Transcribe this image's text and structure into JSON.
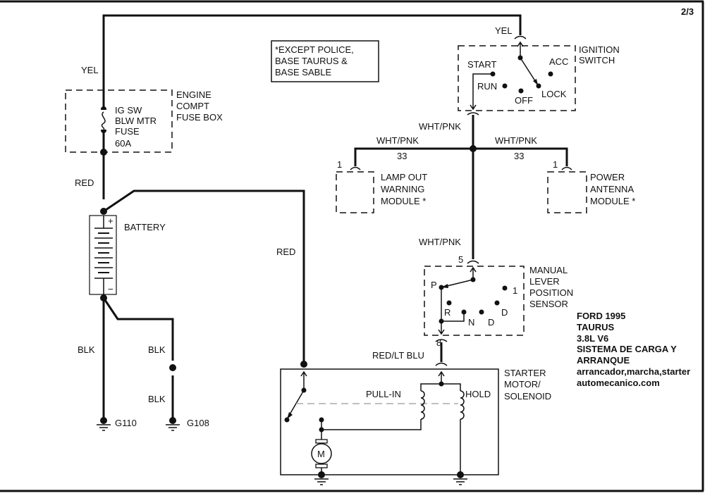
{
  "page": {
    "number": "2/3"
  },
  "note": {
    "lines": [
      "*EXCEPT POLICE,",
      "BASE TAURUS &",
      "BASE SABLE"
    ]
  },
  "wires": {
    "yel_left": "YEL",
    "yel_top": "YEL",
    "red_fuse": "RED",
    "red_starter": "RED",
    "blk_g110": "BLK",
    "blk_g108_upper": "BLK",
    "blk_g108_lower": "BLK",
    "wht_pnk_switch": "WHT/PNK",
    "wht_pnk_left": "WHT/PNK",
    "wht_pnk_right": "WHT/PNK",
    "wht_pnk_sensor": "WHT/PNK",
    "circuit_left": "33",
    "circuit_right": "33",
    "red_lt_blu": "RED/LT BLU"
  },
  "fuse_box": {
    "title": [
      "ENGINE",
      "COMPT",
      "FUSE BOX"
    ],
    "fuse_label": [
      "IG SW",
      "BLW MTR",
      "FUSE",
      "60A"
    ]
  },
  "battery": {
    "label": "BATTERY",
    "pos": "+",
    "neg": "−"
  },
  "grounds": {
    "g110": "G110",
    "g108": "G108"
  },
  "ignition_switch": {
    "title": [
      "IGNITION",
      "SWITCH"
    ],
    "positions": {
      "start": "START",
      "run": "RUN",
      "off": "OFF",
      "acc": "ACC",
      "lock": "LOCK"
    }
  },
  "lamp_out_module": {
    "pin": "1",
    "title": [
      "LAMP OUT",
      "WARNING",
      "MODULE *"
    ]
  },
  "power_antenna_module": {
    "pin": "1",
    "title": [
      "POWER",
      "ANTENNA",
      "MODULE *"
    ]
  },
  "mlps": {
    "pin_in": "5",
    "pin_out": "8",
    "title": [
      "MANUAL",
      "LEVER",
      "POSITION",
      "SENSOR"
    ],
    "positions": {
      "p": "P",
      "r": "R",
      "n": "N",
      "d": "D",
      "d2": "D",
      "one": "1"
    }
  },
  "starter": {
    "title": [
      "STARTER",
      "MOTOR/",
      "SOLENOID"
    ],
    "pull_in": "PULL-IN",
    "hold": "HOLD",
    "motor": "M"
  },
  "vehicle_info": {
    "lines": [
      "FORD 1995",
      "TAURUS",
      "3.8L V6",
      "SISTEMA DE CARGA Y",
      "ARRANQUE",
      "arrancador,marcha,starter",
      "automecanico.com"
    ]
  }
}
